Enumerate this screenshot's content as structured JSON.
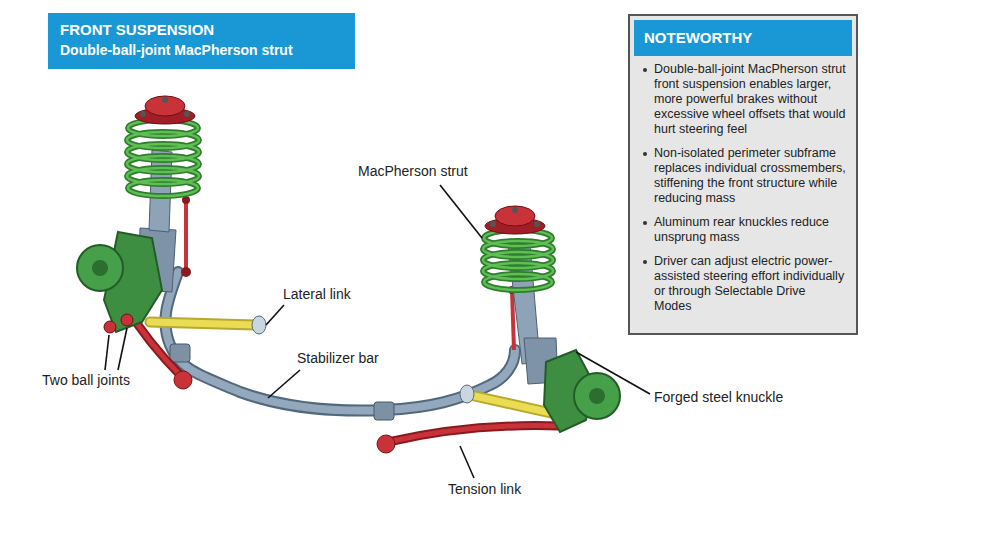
{
  "diagram": {
    "nodes": [
      {
        "text": [
          "FRONT SUSPENSION",
          "Double-ball-joint MacPherson strut"
        ]
      },
      {
        "text": [
          "Double-ball-joint MacPherson strut front suspension enables larger, more powerful brakes without excessive wheel offsets that would hurt steering feel",
          "Non-isolated perimeter subframe replaces individual crossmembers, stiffening the front structure while reducing mass",
          "Aluminum rear knuckles reduce unsprung mass",
          "Driver can adjust electric power-assisted steering effort individually or through Selectable Drive Modes"
        ]
      },
      {
        "text": [
          "NOTEWORTHY"
        ],
        "in": 1
      }
    ],
    "labels": [
      "MacPherson strut",
      "Lateral link",
      "Two ball joints",
      "Stabilizer bar",
      "Forged steel knuckle",
      "Tension link"
    ]
  }
}
